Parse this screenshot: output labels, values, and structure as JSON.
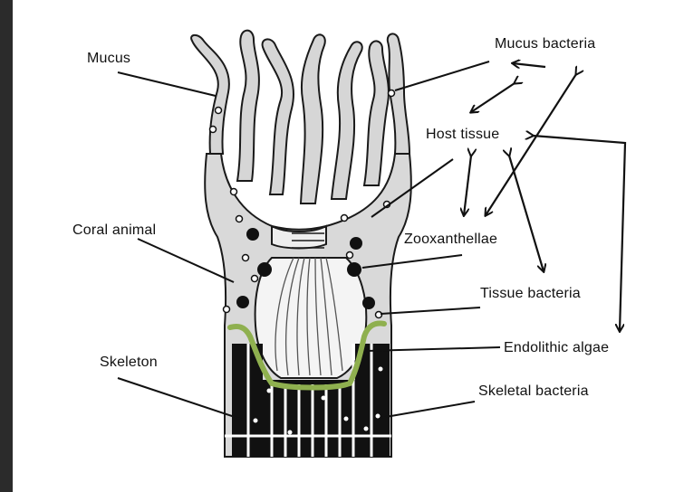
{
  "labels": {
    "mucus": "Mucus",
    "mucus_bacteria": "Mucus bacteria",
    "host_tissue": "Host tissue",
    "coral_animal": "Coral animal",
    "zooxanthellae": "Zooxanthellae",
    "tissue_bacteria": "Tissue bacteria",
    "endolithic_algae": "Endolithic algae",
    "skeleton": "Skeleton",
    "skeletal_bacteria": "Skeletal bacteria"
  },
  "colors": {
    "outline": "#1a1a1a",
    "tissue_gray": "#d6d6d6",
    "skeleton_black": "#111111",
    "algae_line": "#8fb04f",
    "frame": "#2b2b2b"
  }
}
